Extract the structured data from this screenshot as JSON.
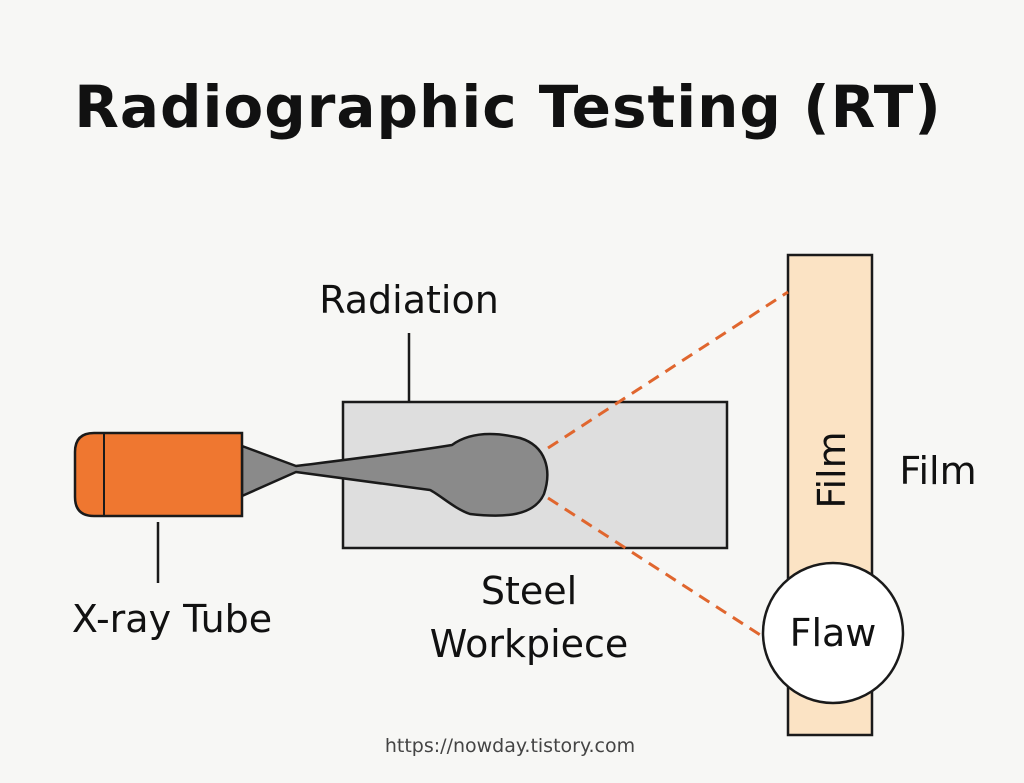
{
  "title": "Radiographic Testing (RT)",
  "labels": {
    "radiation": "Radiation",
    "xray_tube": "X-ray Tube",
    "workpiece_line1": "Steel",
    "workpiece_line2": "Workpiece",
    "film_vertical": "Film",
    "film_side": "Film",
    "flaw": "Flaw"
  },
  "footer": "https://nowday.tistory.com",
  "colors": {
    "tube": "#ef7730",
    "beam": "#8a8a8a",
    "workpiece": "#dedede",
    "film": "#fbe3c4",
    "dashed_ray": "#e0662e",
    "outline": "#1a1a1a"
  }
}
